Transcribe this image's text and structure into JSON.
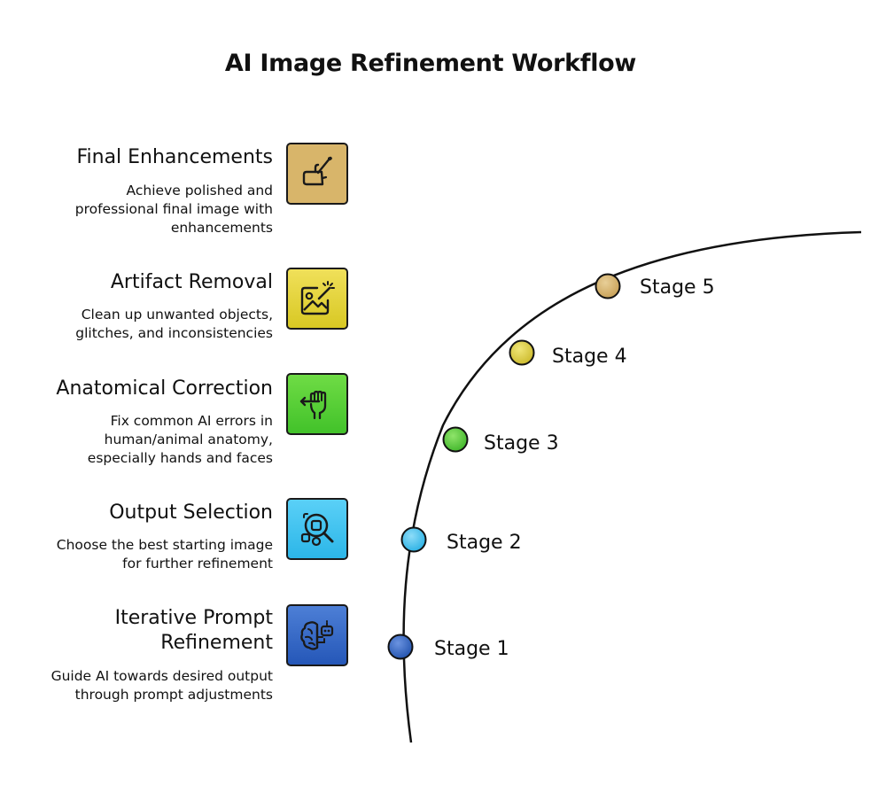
{
  "title": "AI Image Refinement Workflow",
  "steps": [
    {
      "title": "Final Enhancements",
      "description": "Achieve polished and professional final image with enhancements",
      "icon": "brush-hand-icon",
      "color": "#d8b56a"
    },
    {
      "title": "Artifact Removal",
      "description": "Clean up unwanted objects, glitches, and inconsistencies",
      "icon": "image-magic-wand-icon",
      "color": "#e3d83a"
    },
    {
      "title": "Anatomical Correction",
      "description": "Fix common AI errors in human/animal anatomy, especially hands and faces",
      "icon": "hand-correction-icon",
      "color": "#5cd038"
    },
    {
      "title": "Output Selection",
      "description": "Choose the best starting image for further refinement",
      "icon": "search-shapes-icon",
      "color": "#3fc6f0"
    },
    {
      "title_lines": [
        "Iterative Prompt",
        "Refinement"
      ],
      "description": "Guide AI towards desired output through prompt adjustments",
      "icon": "brain-robot-icon",
      "color": "#2f66c8"
    }
  ],
  "stages": [
    {
      "label": "Stage 5",
      "color": "#d6b36c"
    },
    {
      "label": "Stage 4",
      "color": "#dccd3c"
    },
    {
      "label": "Stage 3",
      "color": "#5ccf3a"
    },
    {
      "label": "Stage 2",
      "color": "#46c8f2"
    },
    {
      "label": "Stage 1",
      "color": "#3466c4"
    }
  ],
  "colors": {
    "line": "#111111",
    "text": "#111111"
  }
}
